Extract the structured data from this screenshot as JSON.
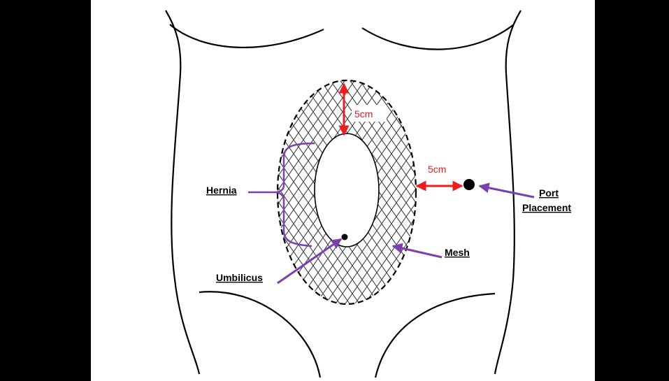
{
  "labels": {
    "hernia": "Hernia",
    "umbilicus": "Umbilicus",
    "mesh": "Mesh",
    "port_line1": "Port",
    "port_line2": "Placement"
  },
  "measurements": {
    "vertical": "5cm",
    "horizontal": "5cm"
  },
  "colors": {
    "measure_arrow": "#ee1c1c",
    "pointer_arrow": "#7b3fb0",
    "outline": "#000000",
    "mesh_lines": "#444444"
  }
}
